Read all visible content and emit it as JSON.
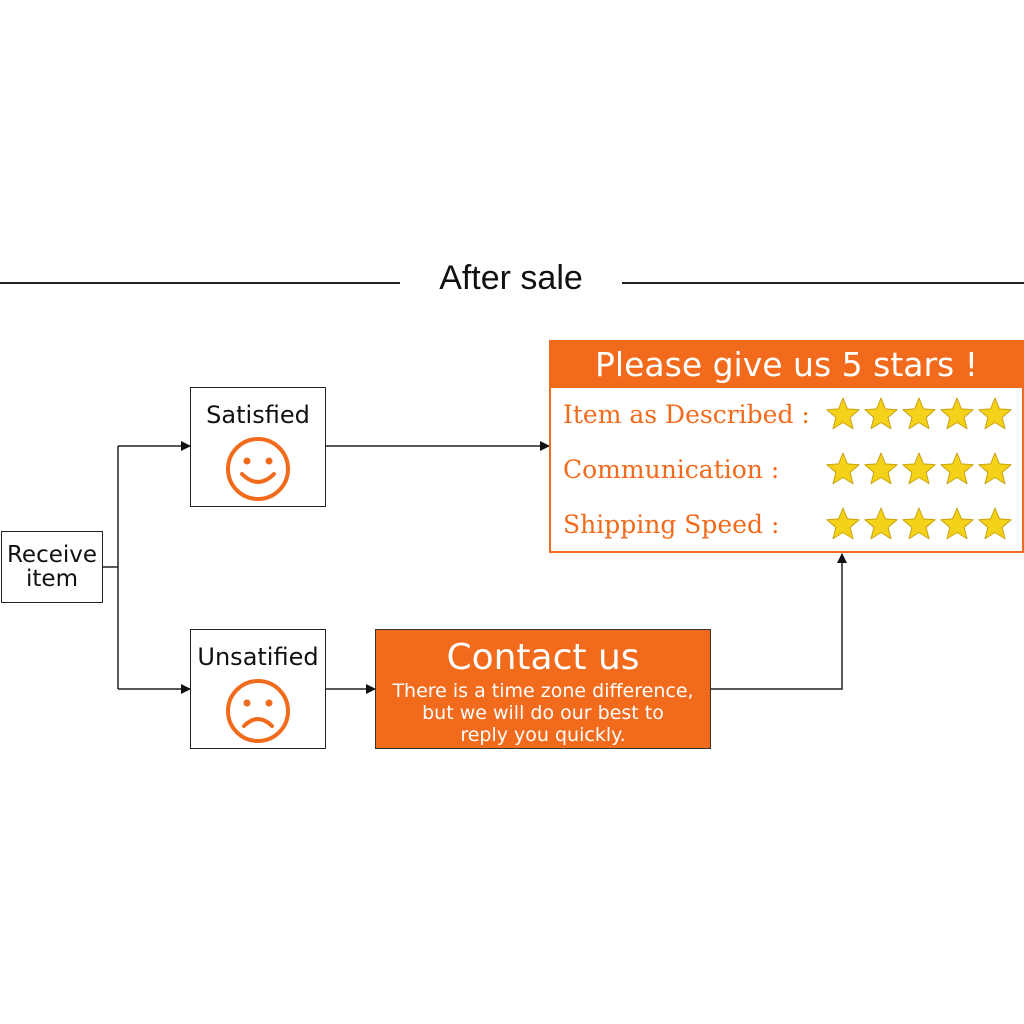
{
  "header": {
    "title": "After sale"
  },
  "flow": {
    "receive": {
      "line1": "Receive",
      "line2": "item"
    },
    "satisfied": {
      "label": "Satisfied",
      "icon": "smiley-face-icon"
    },
    "unsatisfied": {
      "label": "Unsatified",
      "icon": "sad-face-icon"
    },
    "contact": {
      "title": "Contact us",
      "line1": "There is a time zone difference,",
      "line2": "but we will do our best to",
      "line3": "reply you quickly."
    }
  },
  "rating": {
    "title": "Please give us 5 stars  !",
    "rows": [
      {
        "label": "Item as Described :",
        "stars": 5
      },
      {
        "label": "Communication :",
        "stars": 5
      },
      {
        "label": "Shipping Speed :",
        "stars": 5
      }
    ]
  },
  "colors": {
    "accent": "#f26a1b",
    "face": "#f26a1b",
    "star": "#f5d21a",
    "line": "#222222"
  }
}
